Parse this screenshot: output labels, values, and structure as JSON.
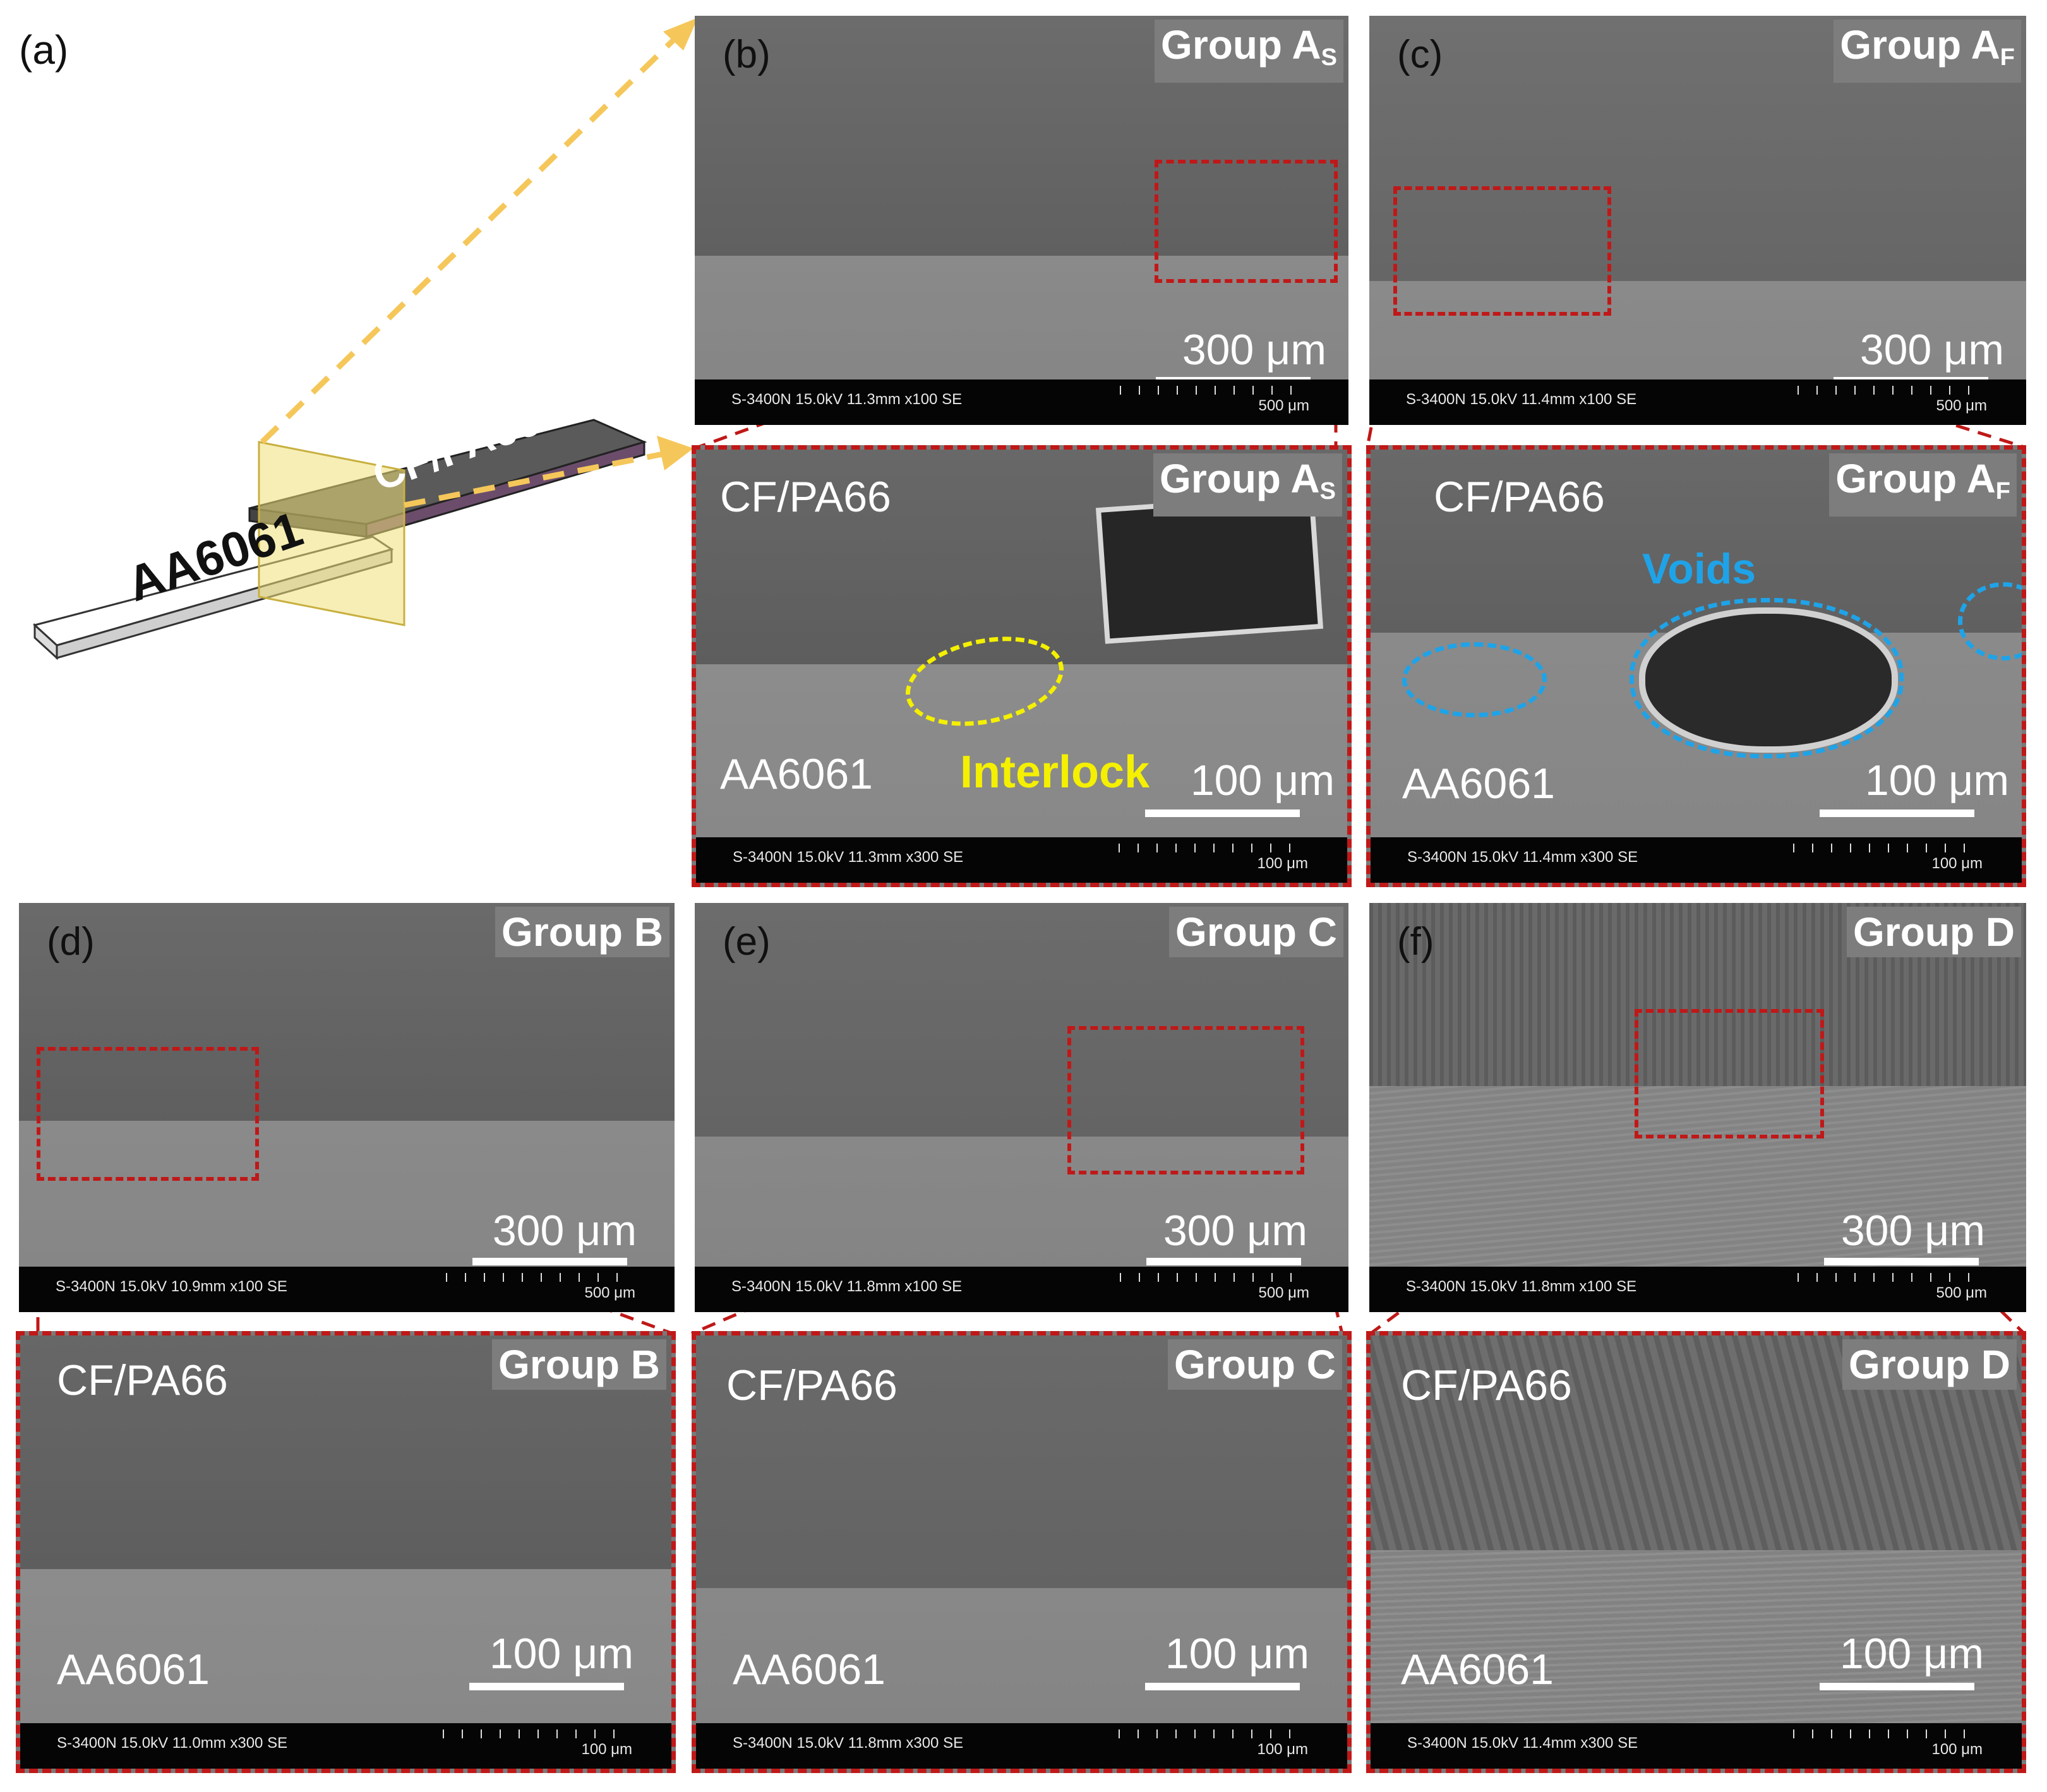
{
  "figure": {
    "panel_a": {
      "letter": "(a)",
      "label_metal": "AA6061",
      "label_composite": "CF/PA66"
    },
    "panels": [
      {
        "id": "b",
        "letter": "(b)",
        "group": "Group A",
        "group_sub": "S",
        "scale": "300 μm",
        "info": "S-3400N 15.0kV 11.3mm x100 SE",
        "bar_scale": "500 μm"
      },
      {
        "id": "c",
        "letter": "(c)",
        "group": "Group A",
        "group_sub": "F",
        "scale": "300 μm",
        "info": "S-3400N 15.0kV 11.4mm x100 SE",
        "bar_scale": "500 μm"
      },
      {
        "id": "b2",
        "group": "Group A",
        "group_sub": "S",
        "top_label": "CF/PA66",
        "bottom_label": "AA6061",
        "annotation": "Interlock",
        "scale": "100 μm",
        "info": "S-3400N 15.0kV 11.3mm x300 SE",
        "bar_scale": "100 μm"
      },
      {
        "id": "c2",
        "group": "Group A",
        "group_sub": "F",
        "top_label": "CF/PA66",
        "bottom_label": "AA6061",
        "annotation": "Voids",
        "scale": "100 μm",
        "info": "S-3400N 15.0kV 11.4mm x300 SE",
        "bar_scale": "100 μm"
      },
      {
        "id": "d",
        "letter": "(d)",
        "group": "Group B",
        "scale": "300 μm",
        "info": "S-3400N 15.0kV 10.9mm x100 SE",
        "bar_scale": "500 μm"
      },
      {
        "id": "e",
        "letter": "(e)",
        "group": "Group C",
        "scale": "300 μm",
        "info": "S-3400N 15.0kV 11.8mm x100 SE",
        "bar_scale": "500 μm"
      },
      {
        "id": "f",
        "letter": "(f)",
        "group": "Group D",
        "scale": "300 μm",
        "info": "S-3400N 15.0kV 11.8mm x100 SE",
        "bar_scale": "500 μm"
      },
      {
        "id": "d2",
        "group": "Group B",
        "top_label": "CF/PA66",
        "bottom_label": "AA6061",
        "scale": "100 μm",
        "info": "S-3400N 15.0kV 11.0mm x300 SE",
        "bar_scale": "100 μm"
      },
      {
        "id": "e2",
        "group": "Group C",
        "top_label": "CF/PA66",
        "bottom_label": "AA6061",
        "scale": "100 μm",
        "info": "S-3400N 15.0kV 11.8mm x300 SE",
        "bar_scale": "100 μm"
      },
      {
        "id": "f2",
        "group": "Group D",
        "top_label": "CF/PA66",
        "bottom_label": "AA6061",
        "scale": "100 μm",
        "info": "S-3400N 15.0kV 11.4mm x300 SE",
        "bar_scale": "100 μm"
      }
    ],
    "colors": {
      "arrow_yellow": "#f5c75a",
      "roi_red": "#c01818",
      "interlock_yellow": "#f4f000",
      "voids_blue": "#1fa3e8"
    }
  }
}
